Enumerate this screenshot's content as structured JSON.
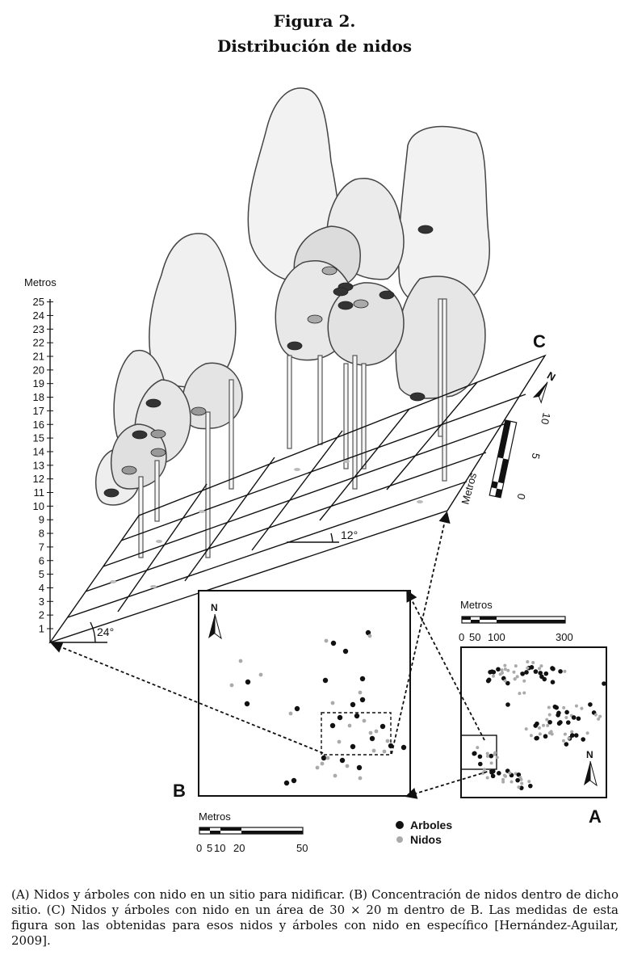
{
  "figure": {
    "title": "Figura 2.",
    "subtitle": "Distribución de nidos",
    "caption": "(A) Nidos y árboles con nido en un sitio para nidificar. (B) Concentración de nidos dentro de dicho sitio. (C) Nidos y árboles con nido en un área de 30 × 20 m dentro de B. Las medidas de esta figura son las obtenidas para esos nidos y árboles con nido en específico [Hernández-Aguilar, 2009]."
  },
  "panel_c": {
    "letter": "C",
    "height_axis_label": "Metros",
    "height_ticks": [
      "1",
      "2",
      "3",
      "4",
      "5",
      "6",
      "7",
      "8",
      "9",
      "10",
      "11",
      "12",
      "13",
      "14",
      "15",
      "16",
      "17",
      "18",
      "19",
      "20",
      "21",
      "22",
      "23",
      "24",
      "25"
    ],
    "angle_front": "24°",
    "angle_side": "12°",
    "scale_label": "Metros",
    "scale_ticks": [
      "0",
      "5",
      "10"
    ],
    "north": "N"
  },
  "panel_b": {
    "letter": "B",
    "north": "N",
    "scale_label": "Metros",
    "scale_ticks": [
      "0",
      "5",
      "10",
      "20",
      "50"
    ]
  },
  "panel_a": {
    "letter": "A",
    "north": "N",
    "scale_label": "Metros",
    "scale_ticks": [
      "0",
      "50",
      "100",
      "300"
    ]
  },
  "legend": {
    "trees": "Arboles",
    "nests": "Nidos",
    "tree_color": "#111111",
    "nest_color": "#aaaaaa"
  }
}
